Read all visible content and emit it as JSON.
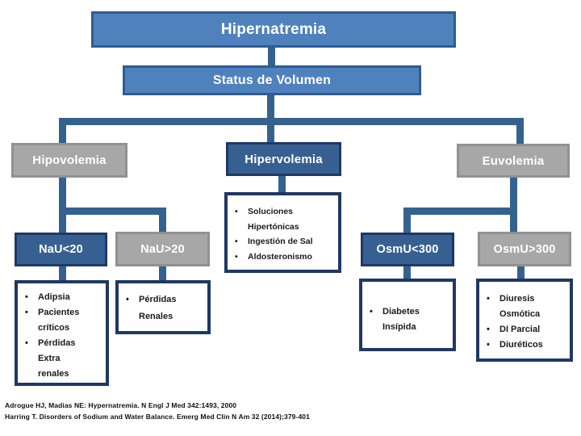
{
  "slide": {
    "title": "Hipernatremia",
    "subtitle": "Status de Volumen"
  },
  "nodes": {
    "hipovolemia": "Hipovolemia",
    "hipervolemia": "Hipervolemia",
    "euvolemia": "Euvolemia",
    "nau_lt20": "NaU<20",
    "nau_gt20": "NaU>20",
    "osmu_lt300": "OsmU<300",
    "osmu_gt300": "OsmU>300"
  },
  "lists": {
    "nau_lt20_causes": {
      "items": [
        "Adipsia",
        "Pacientes críticos",
        "Pérdidas Extra renales"
      ]
    },
    "nau_gt20_causes": {
      "items": [
        "Pérdidas Renales"
      ]
    },
    "hipervolemia_causes": {
      "items": [
        "Soluciones Hipertónicas",
        "Ingestión de Sal",
        "Aldosteronismo"
      ]
    },
    "osmu_lt300_causes": {
      "items": [
        "Diabetes Insípida"
      ]
    },
    "osmu_gt300_causes": {
      "items": [
        "Diuresis Osmótica",
        "DI Parcial",
        "Diuréticos"
      ]
    }
  },
  "bullet_char": "•",
  "references": {
    "line1": "Adrogue HJ, Madias NE: Hypernatremia. N Engl J Med 342:1493, 2000",
    "line2": "Harring T. Disorders of Sodium and Water Balance. Emerg Med Clin N Am 32 (2014);379-401"
  },
  "colors": {
    "box_blue": "#4f81bd",
    "box_dark_blue": "#376092",
    "box_gray": "#a7a7a7",
    "border_navy": "#1f3864",
    "connector_blue": "#35618f"
  }
}
